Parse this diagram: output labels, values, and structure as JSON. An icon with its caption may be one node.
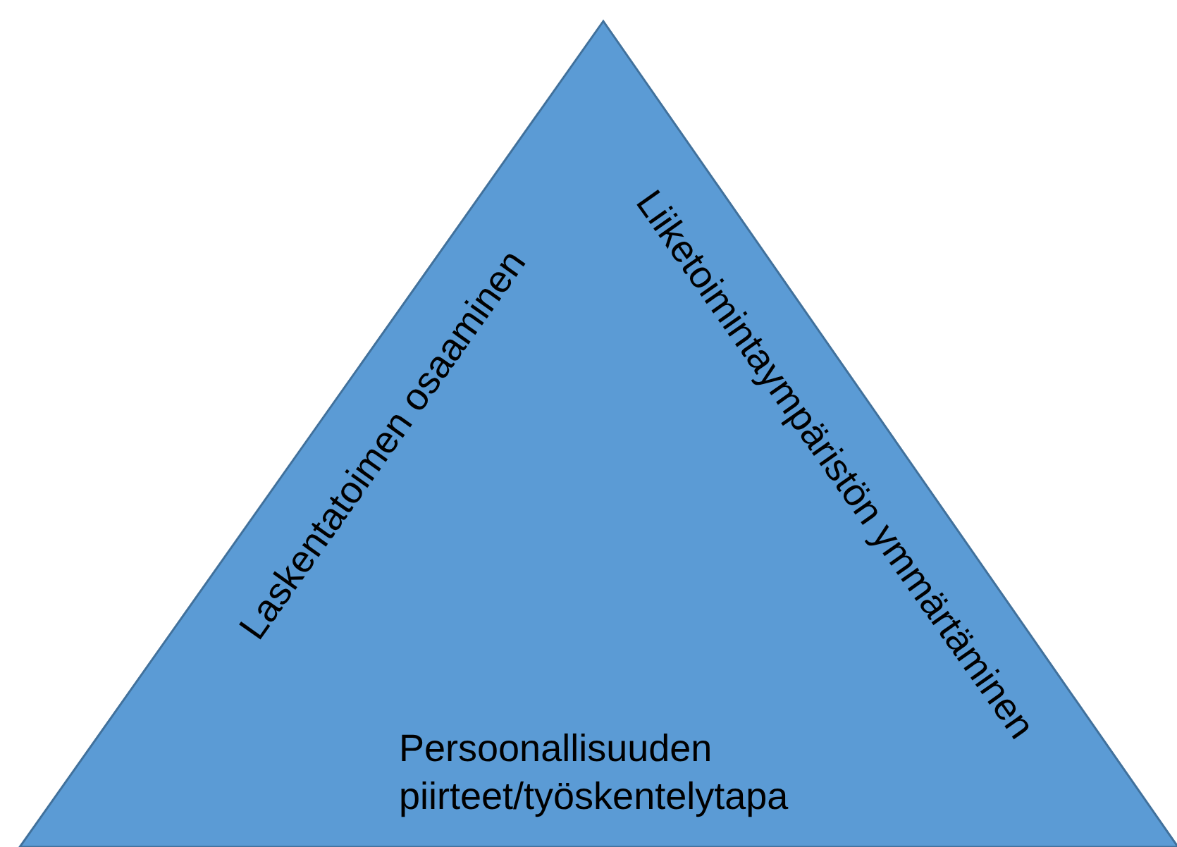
{
  "diagram": {
    "nodes": [
      {
        "text": [
          "Laskentatoimen osaaminen",
          "Liiketoimintaympäristön ymmärtäminen",
          "Persoonallisuuden piirteet/työskentelytapa"
        ]
      }
    ]
  }
}
